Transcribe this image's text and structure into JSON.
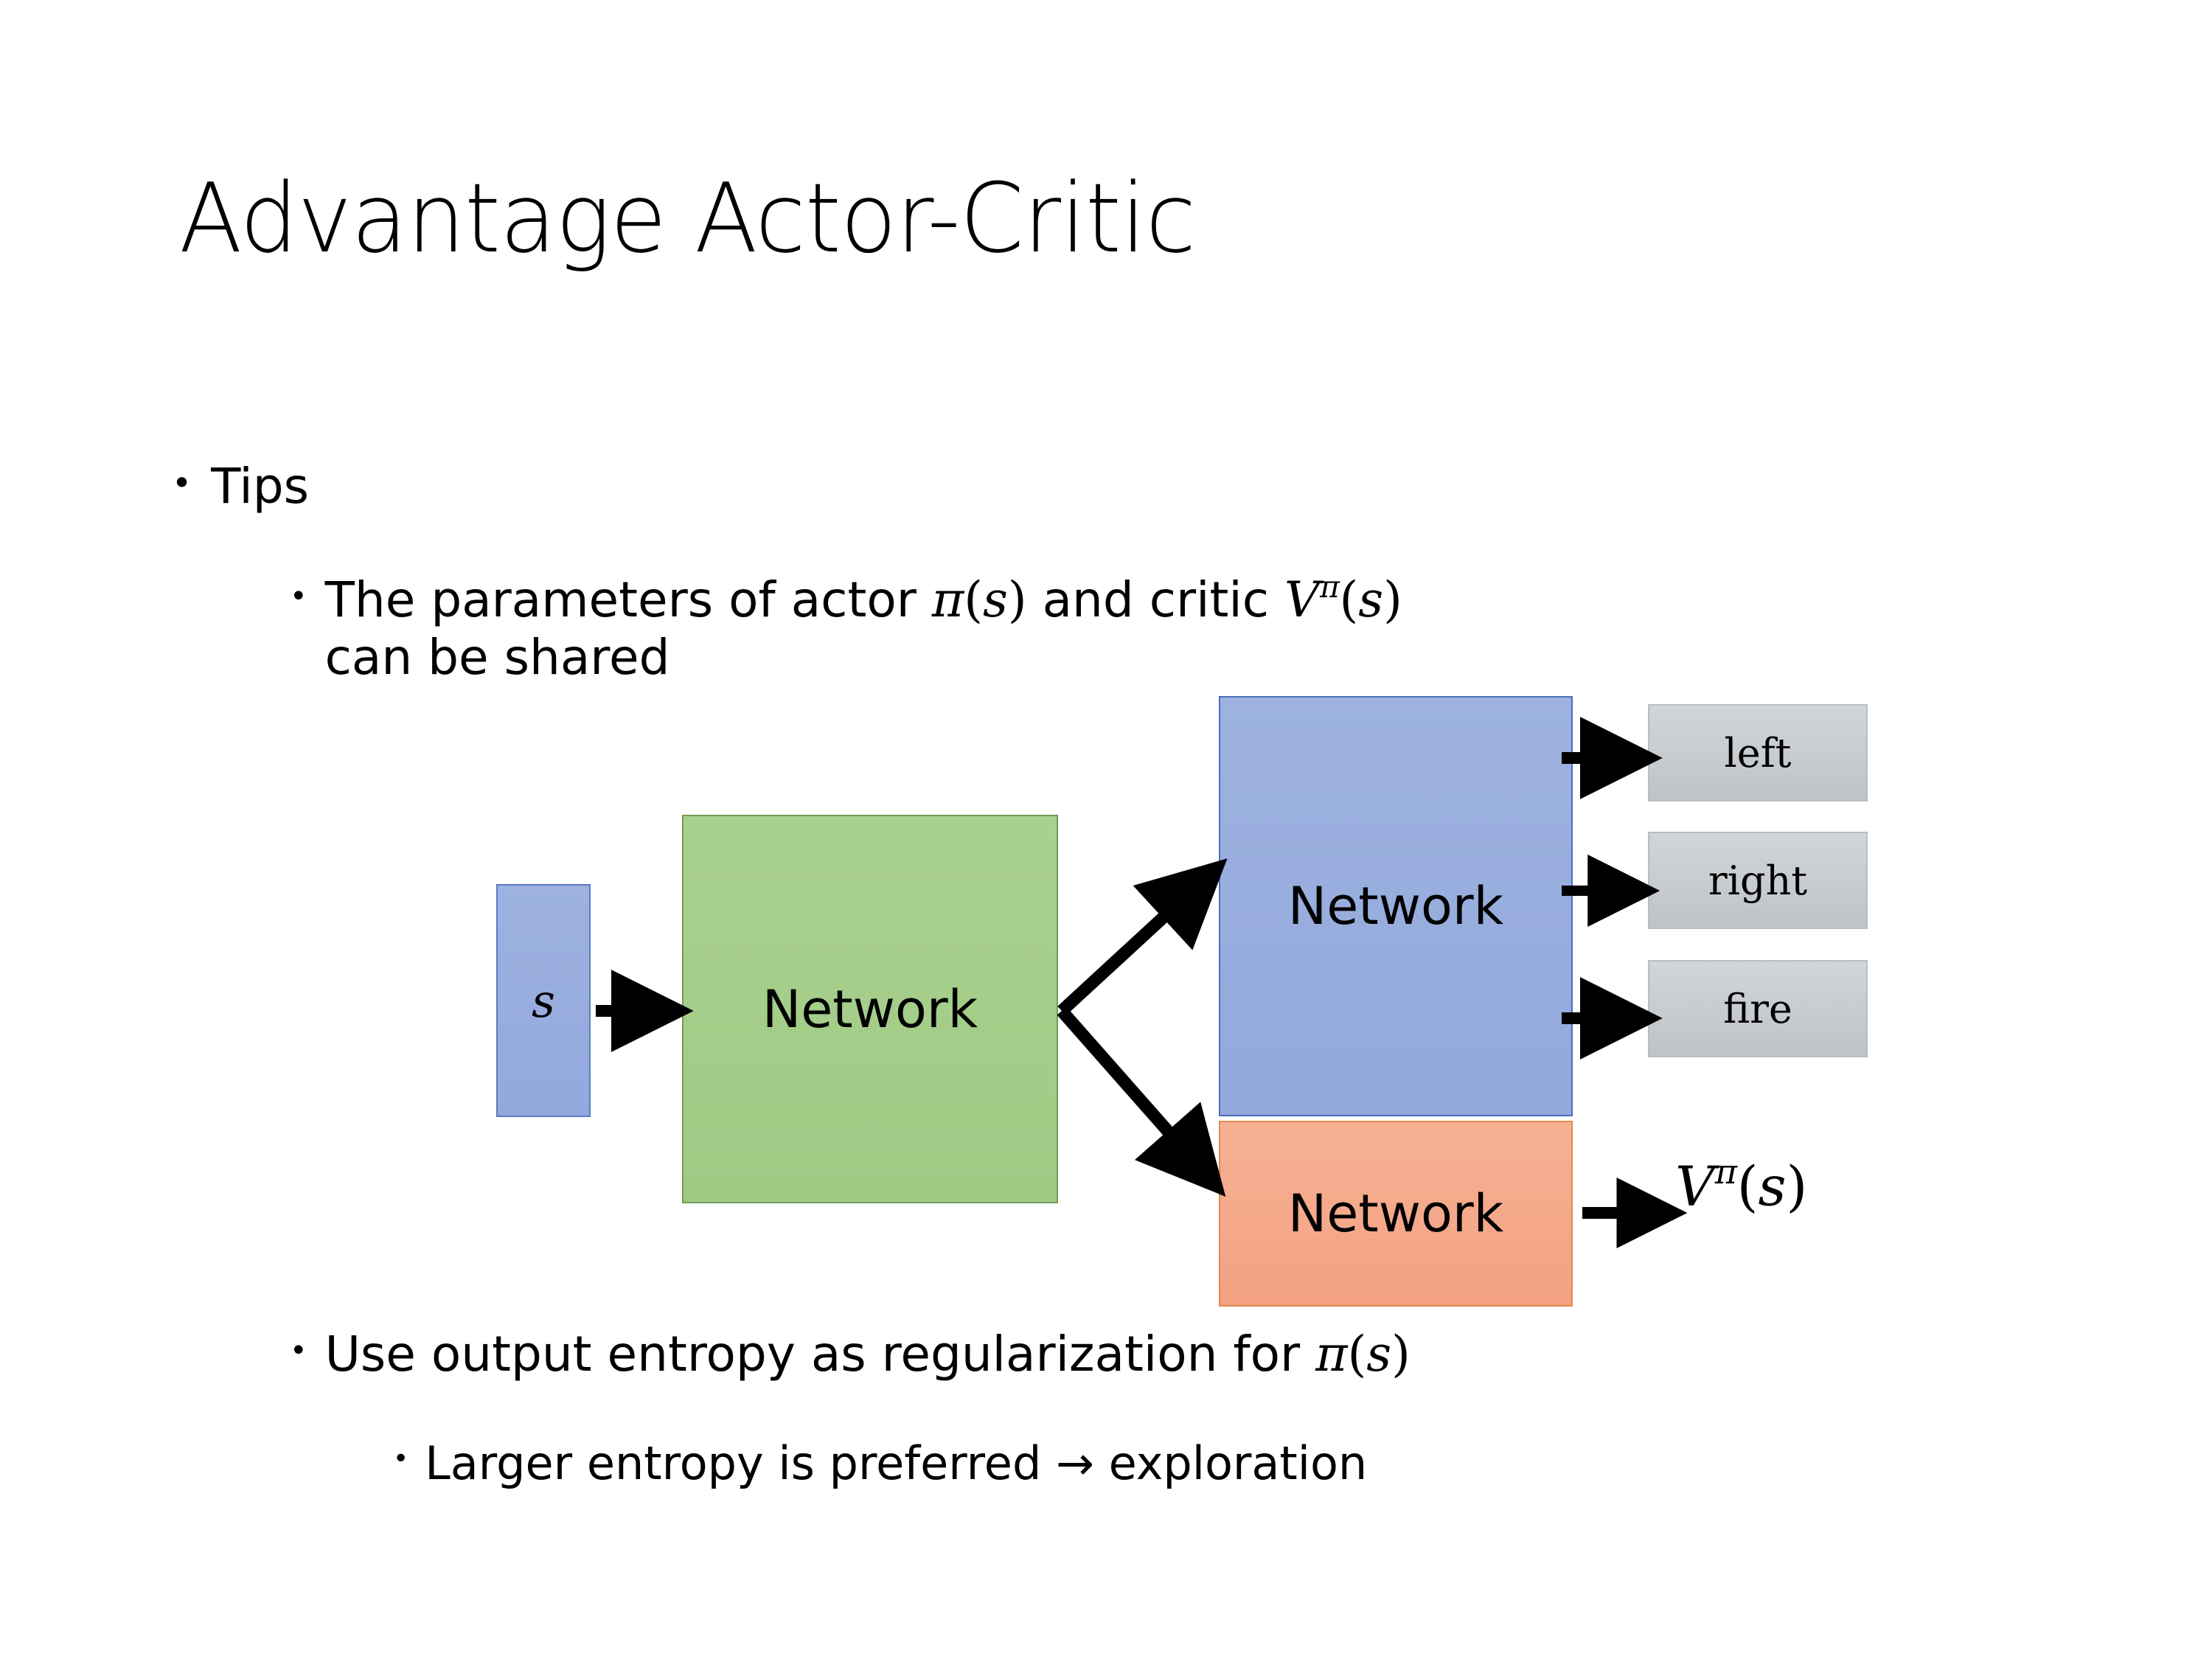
{
  "slide": {
    "title": "Advantage Actor-Critic",
    "background_color": "#ffffff"
  },
  "bullets": {
    "tips": {
      "marker": "•",
      "text": "Tips"
    },
    "parameters": {
      "marker": "•",
      "line1_prefix": "The parameters of actor ",
      "math_pi": "π",
      "math_paren_open": "(",
      "math_s": "s",
      "math_paren_close": ")",
      "line1_middle": "  and critic ",
      "math_V": "V",
      "math_V_exponent": "π",
      "line2": "can be shared",
      "full_text": "The parameters of actor π(s)  and critic Vπ(s) can be shared"
    },
    "entropy": {
      "marker": "•",
      "text_prefix": "Use output entropy as regularization for ",
      "math_pi": "π",
      "math_s": "s",
      "full_text": "Use output entropy as regularization for π(s)"
    },
    "larger": {
      "marker": "•",
      "text": "Larger entropy is preferred → exploration",
      "arrow_glyph": "→"
    }
  },
  "diagram": {
    "state_box": {
      "label": "s",
      "fill": "#98ADDD",
      "border": "#5A7BC4"
    },
    "shared_network": {
      "label": "Network",
      "fill": "#A9D18E",
      "border": "#6F9C55"
    },
    "actor_network": {
      "label": "Network",
      "fill": "#98ADDD",
      "border": "#4A6FBF"
    },
    "critic_network": {
      "label": "Network",
      "fill": "#F5A98B",
      "border": "#E08A4E"
    },
    "actions": [
      {
        "label": "left",
        "fill": "#C8CBCF",
        "border": "#B9BDC1"
      },
      {
        "label": "right",
        "fill": "#C8CBCF",
        "border": "#B9BDC1"
      },
      {
        "label": "fire",
        "fill": "#C8CBCF",
        "border": "#B9BDC1"
      }
    ],
    "critic_output": {
      "V": "V",
      "exponent": "π",
      "paren_open": "(",
      "arg": "s",
      "paren_close": ")",
      "full_text": "Vπ(s)"
    },
    "arrows": {
      "color": "#000000",
      "state_to_shared": "s → shared Network",
      "shared_to_actor": "shared Network → actor Network",
      "shared_to_critic": "shared Network → critic Network",
      "actor_to_left": "actor Network → left",
      "actor_to_right": "actor Network → right",
      "actor_to_fire": "actor Network → fire",
      "critic_to_value": "critic Network → Vπ(s)"
    }
  }
}
